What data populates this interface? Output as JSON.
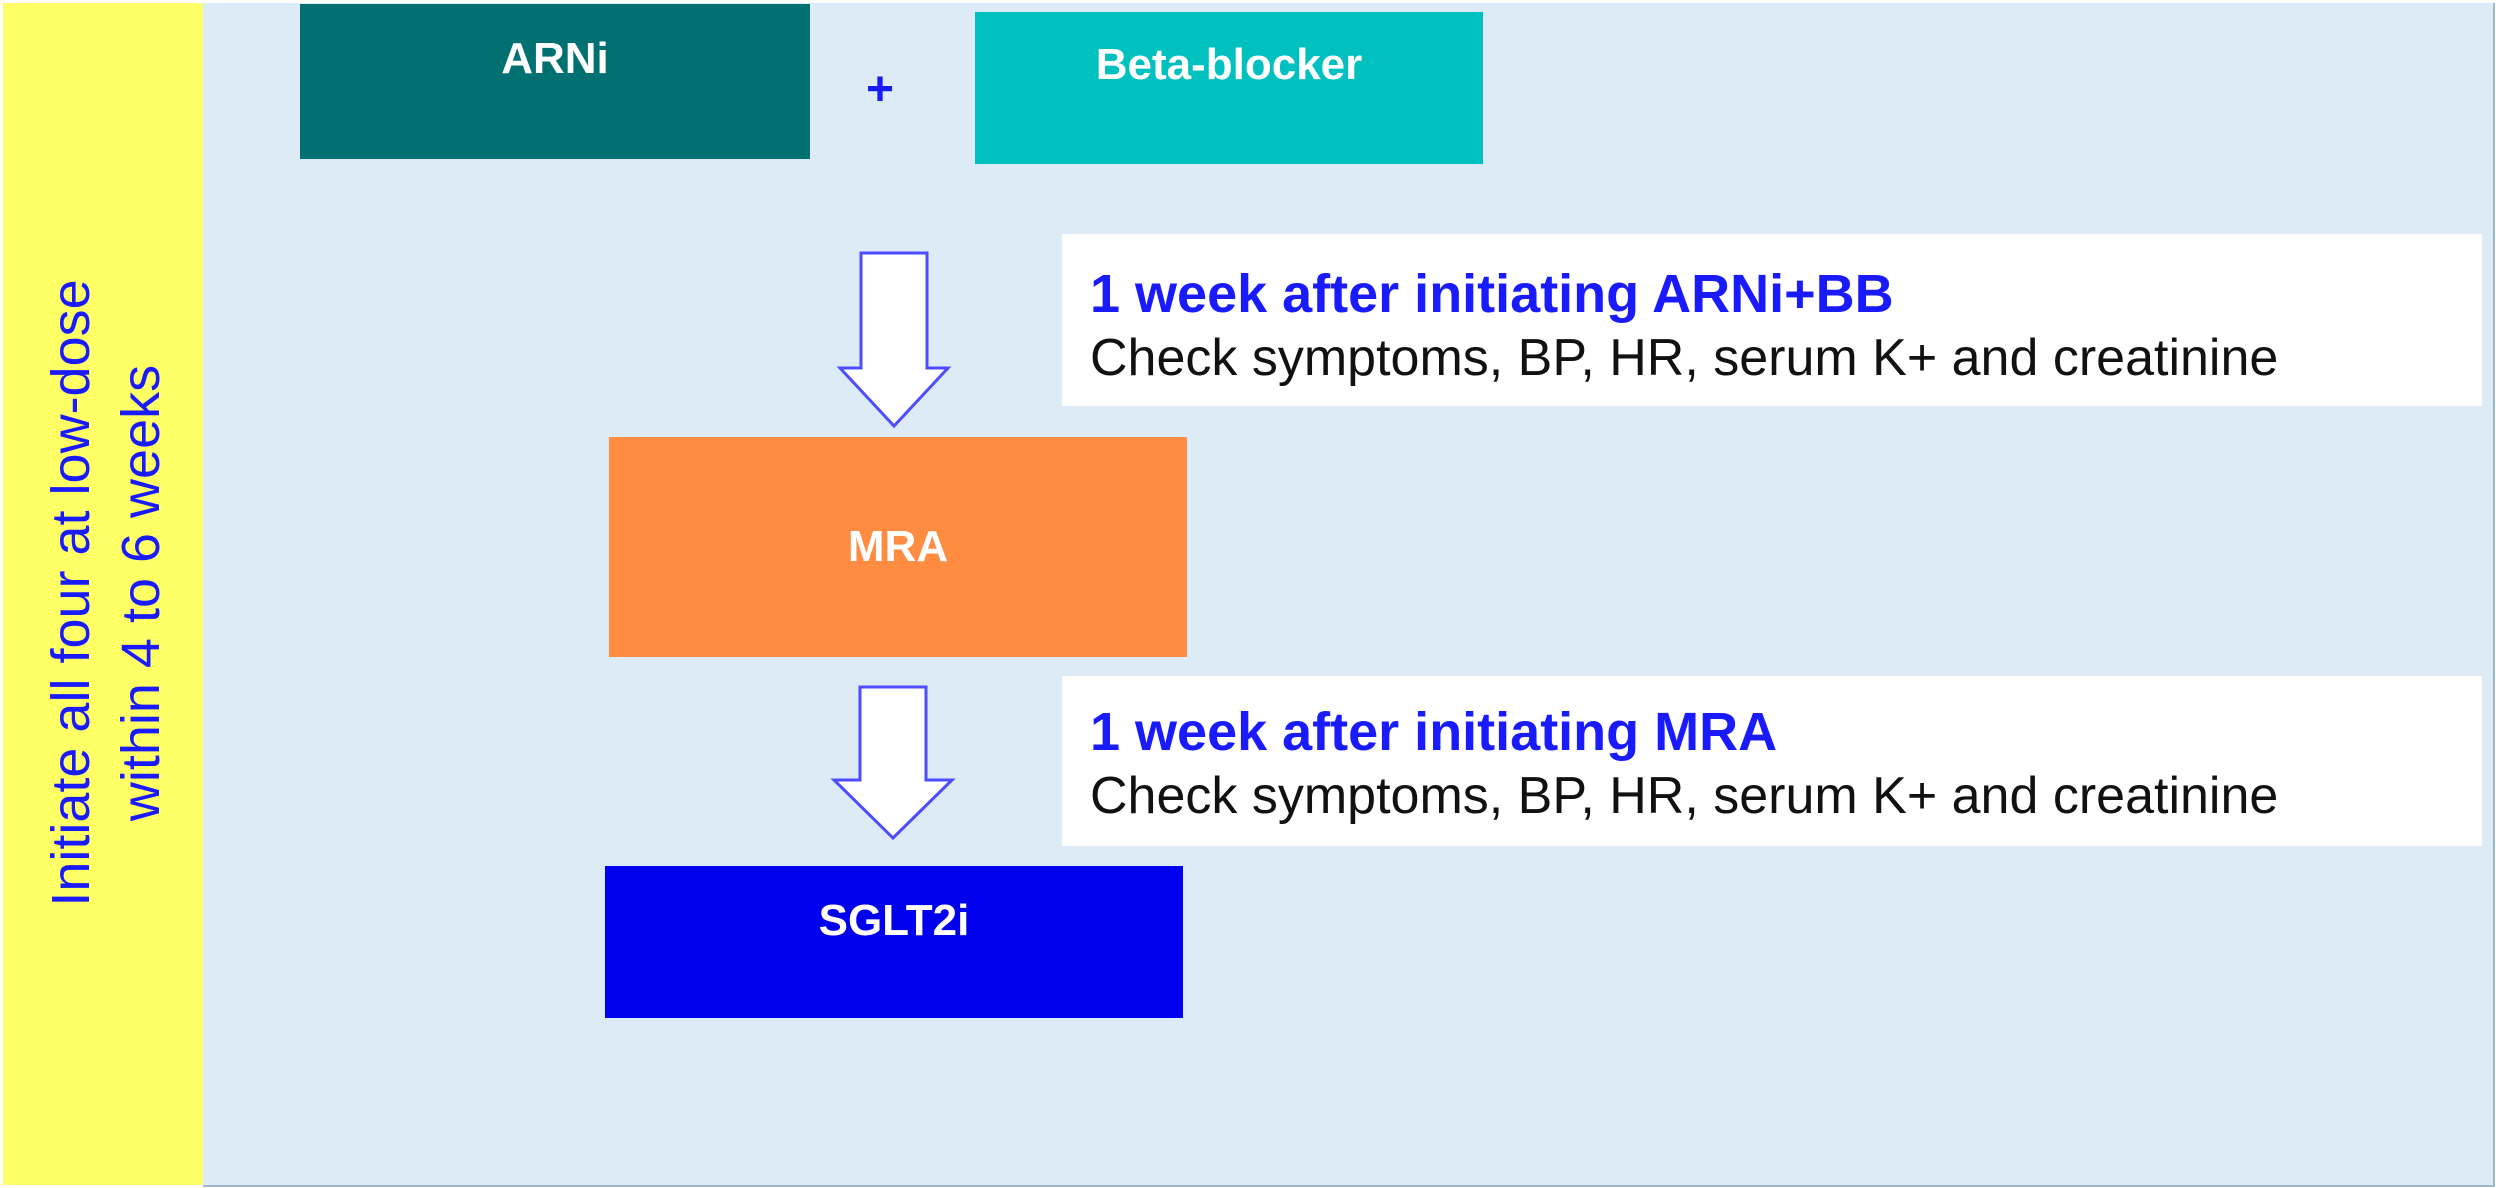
{
  "sidebar": {
    "line_1": "Initiate all four at low-dose",
    "line_2": "within 4 to 6 weeks"
  },
  "nodes": {
    "arni": "ARNi",
    "beta_blocker": "Beta-blocker",
    "mra": "MRA",
    "sglt2i": "SGLT2i"
  },
  "connector": "+",
  "steps": [
    {
      "heading": "1 week after initiating ARNi+BB",
      "body": "Check symptoms, BP, HR, serum K+ and creatinine"
    },
    {
      "heading": "1 week after initiating MRA",
      "body": "Check symptoms, BP, HR, serum K+ and creatinine"
    }
  ],
  "colors": {
    "sidebar_bg": "#ffff66",
    "panel_bg": "#ddebf7",
    "accent_text": "#1a1aff",
    "arni": "#007070",
    "beta_blocker": "#00c0c0",
    "mra": "#ff8c40",
    "sglt2i": "#0000ee",
    "arrow_stroke": "#4d4dff"
  }
}
